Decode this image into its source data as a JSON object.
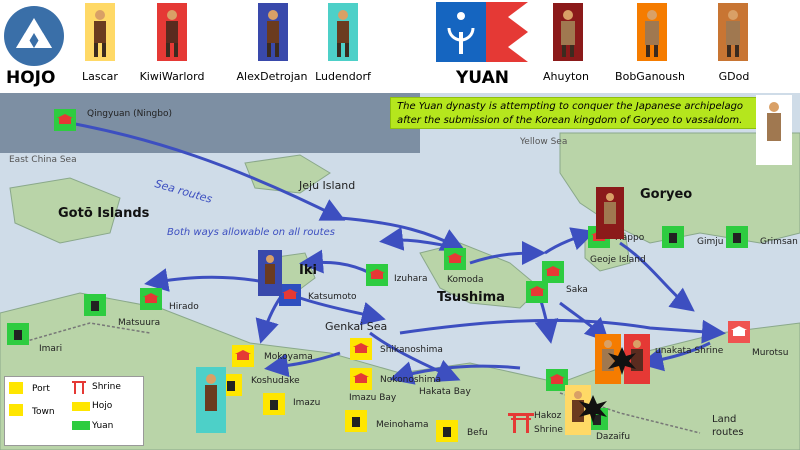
{
  "header": {
    "hojo_faction": "HOJO",
    "yuan_faction": "YUAN",
    "hojo_players": [
      "Lascar",
      "KiwiWarlord",
      "AlexDetrojan",
      "Ludendorf"
    ],
    "yuan_players": [
      "Ahuyton",
      "BobGanoush",
      "GDod"
    ],
    "card_colors": {
      "Lascar": "#ffd966",
      "KiwiWarlord": "#e53935",
      "AlexDetrojan": "#3949ab",
      "Ludendorf": "#4dd0c8",
      "Ahuyton": "#8b1a1a",
      "BobGanoush": "#f57c00",
      "GDod": "#c87533"
    }
  },
  "banner": {
    "line1": "The Yuan dynasty is attempting to conquer the Japanese archipelago",
    "line2": "after the submission of the Korean kingdom of Goryeo to vassaldom."
  },
  "map": {
    "regions": {
      "goryeo": "Goryeo",
      "tsushima": "Tsushima",
      "iki": "Iki",
      "goto": "Gotō Islands",
      "jeju": "Jeju Island",
      "geoje": "Geoje Island"
    },
    "seas": {
      "east_china": "East China Sea",
      "yellow": "Yellow Sea",
      "genkai": "Genkai Sea",
      "hakata_bay": "Hakata Bay",
      "imazu_bay": "Imazu Bay"
    },
    "routes": {
      "sea_routes": "Sea routes",
      "both_ways": "Both ways allowable on all routes",
      "land_routes": "Land routes"
    },
    "locations": {
      "qingyuan": "Qingyuan (Ningbo)",
      "happo": "Happo",
      "gimju": "Gimju",
      "grimsan": "Grimsan",
      "izuhara": "Izuhara",
      "komoda": "Komoda",
      "saka": "Saka",
      "katsumoto": "Katsumoto",
      "hirado": "Hirado",
      "matsuura": "Matsuura",
      "imari": "Imari",
      "mokoyama": "Mokoyama",
      "koshudake": "Koshudake",
      "imazu": "Imazu",
      "meinohama": "Meinohama",
      "befu": "Befu",
      "shikanoshima": "Shikanoshima",
      "nokonoshima": "Nokonoshima",
      "hakozaki": "Hakoz",
      "shrine": "Shrine",
      "dazaifu": "Dazaifu",
      "munakata": "unakata Shrine",
      "murotsu": "Murotsu"
    }
  },
  "legend": {
    "port": "Port",
    "town": "Town",
    "shrine": "Shrine",
    "hojo": "Hojo",
    "yuan": "Yuan",
    "hojo_color": "#ffe600",
    "yuan_color": "#2ecc40"
  },
  "colors": {
    "route_arrow": "#3d4fc0",
    "yuan_marker": "#2ecc40",
    "hojo_marker": "#ffe600",
    "neutral_marker": "#ef5350",
    "banner_bg": "#b5e61d"
  }
}
